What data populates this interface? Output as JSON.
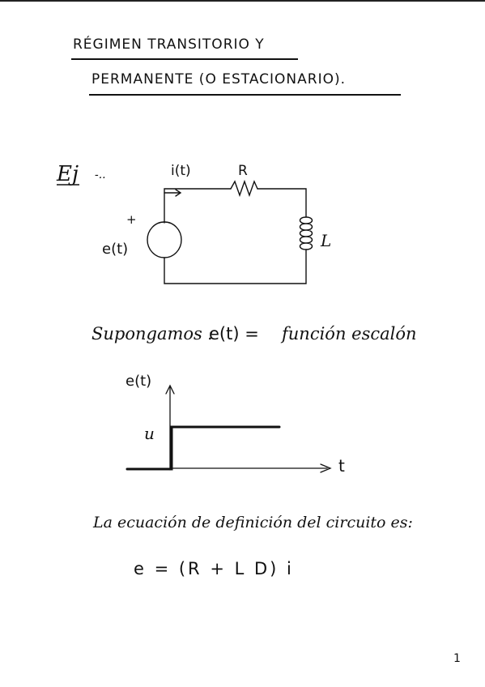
{
  "title": {
    "line1": "RÉGIMEN TRANSITORIO Y",
    "line2": "PERMANENTE (O ESTACIONARIO)."
  },
  "example": {
    "label": "Ej",
    "dots": "-.."
  },
  "circuit": {
    "current_label": "i(t)",
    "resistor_label": "R",
    "source_polarity": "+",
    "source_label": "e(t)",
    "inductor_label": "L"
  },
  "supposition": {
    "lead": "Supongamos :",
    "expr": "e(t) =",
    "rest": "función escalón"
  },
  "step_graph": {
    "ylabel": "e(t)",
    "level_label": "u",
    "xlabel": "t"
  },
  "equation": {
    "intro": "La ecuación de definición del circuito es:",
    "formula": "e = (R + L D) i"
  },
  "page_number": "1"
}
